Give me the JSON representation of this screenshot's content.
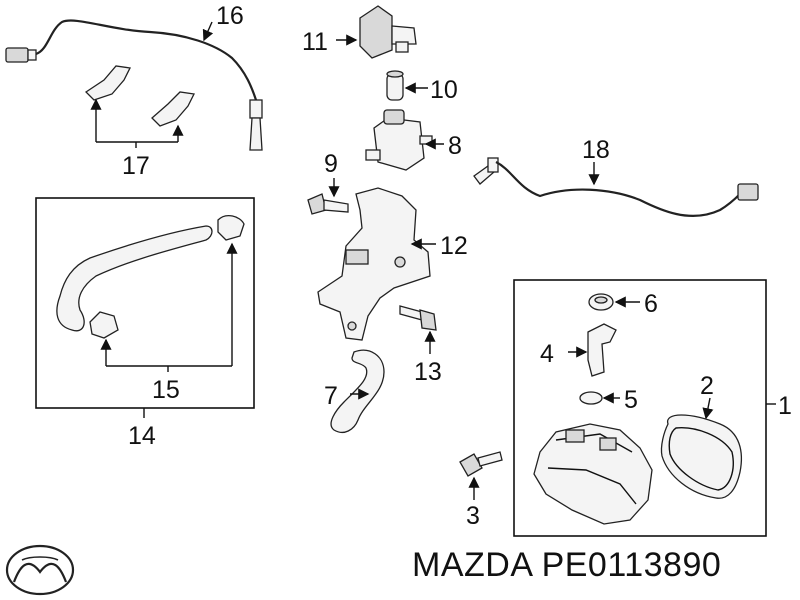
{
  "callouts": {
    "c1": "1",
    "c2": "2",
    "c3": "3",
    "c4": "4",
    "c5": "5",
    "c6": "6",
    "c7": "7",
    "c8": "8",
    "c9": "9",
    "c10": "10",
    "c11": "11",
    "c12": "12",
    "c13": "13",
    "c14": "14",
    "c15": "15",
    "c16": "16",
    "c17": "17",
    "c18": "18"
  },
  "footer": {
    "brand_text": "MAZDA PE0113890"
  },
  "icons": {
    "logo": "mazda-logo-icon"
  }
}
